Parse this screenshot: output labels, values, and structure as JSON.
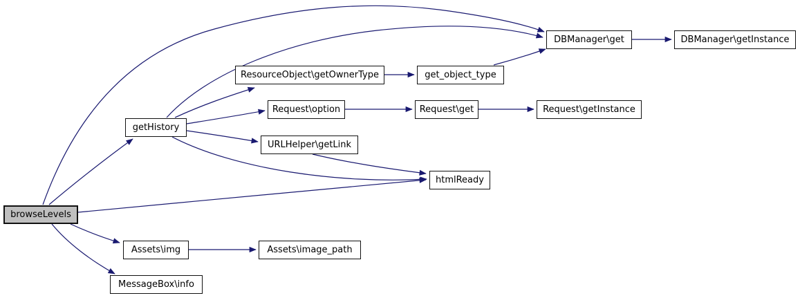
{
  "diagram": {
    "type": "doxygen-call-graph",
    "root": "browseLevels",
    "colors": {
      "edge": "#191970",
      "node_border": "#101010",
      "node_fill": "#ffffff",
      "root_fill": "#bfbfbf",
      "text": "#000000",
      "background": "#ffffff"
    },
    "nodes": [
      {
        "id": "browseLevels",
        "label": "browseLevels",
        "root": true
      },
      {
        "id": "getHistory",
        "label": "getHistory"
      },
      {
        "id": "DBManager\\get",
        "label": "DBManager\\get"
      },
      {
        "id": "DBManager\\getInstance",
        "label": "DBManager\\getInstance"
      },
      {
        "id": "ResourceObject\\getOwnerType",
        "label": "ResourceObject\\getOwnerType"
      },
      {
        "id": "get_object_type",
        "label": "get_object_type"
      },
      {
        "id": "Request\\option",
        "label": "Request\\option"
      },
      {
        "id": "Request\\get",
        "label": "Request\\get"
      },
      {
        "id": "Request\\getInstance",
        "label": "Request\\getInstance"
      },
      {
        "id": "URLHelper\\getLink",
        "label": "URLHelper\\getLink"
      },
      {
        "id": "htmlReady",
        "label": "htmlReady"
      },
      {
        "id": "Assets\\img",
        "label": "Assets\\img"
      },
      {
        "id": "Assets\\image_path",
        "label": "Assets\\image_path"
      },
      {
        "id": "MessageBox\\info",
        "label": "MessageBox\\info"
      }
    ],
    "edges": [
      {
        "from": "browseLevels",
        "to": "DBManager\\get"
      },
      {
        "from": "browseLevels",
        "to": "getHistory"
      },
      {
        "from": "browseLevels",
        "to": "htmlReady"
      },
      {
        "from": "browseLevels",
        "to": "Assets\\img"
      },
      {
        "from": "browseLevels",
        "to": "MessageBox\\info"
      },
      {
        "from": "getHistory",
        "to": "DBManager\\get"
      },
      {
        "from": "getHistory",
        "to": "ResourceObject\\getOwnerType"
      },
      {
        "from": "getHistory",
        "to": "Request\\option"
      },
      {
        "from": "getHistory",
        "to": "URLHelper\\getLink"
      },
      {
        "from": "getHistory",
        "to": "htmlReady"
      },
      {
        "from": "ResourceObject\\getOwnerType",
        "to": "get_object_type"
      },
      {
        "from": "get_object_type",
        "to": "DBManager\\get"
      },
      {
        "from": "DBManager\\get",
        "to": "DBManager\\getInstance"
      },
      {
        "from": "Request\\option",
        "to": "Request\\get"
      },
      {
        "from": "Request\\get",
        "to": "Request\\getInstance"
      },
      {
        "from": "URLHelper\\getLink",
        "to": "htmlReady"
      },
      {
        "from": "Assets\\img",
        "to": "Assets\\image_path"
      }
    ]
  }
}
